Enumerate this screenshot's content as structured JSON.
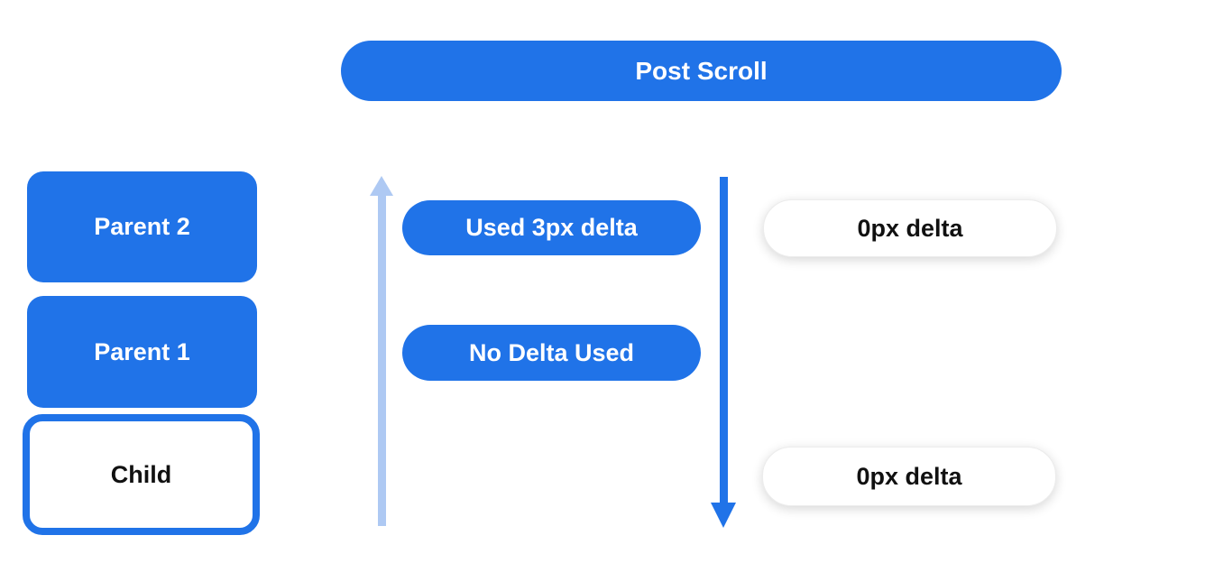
{
  "canvas": {
    "background": "#ffffff"
  },
  "colors": {
    "blue": "#2073e8",
    "light_blue": "#aec9f3",
    "text_light": "#ffffff",
    "text_dark": "#111111",
    "pill_border": "#ececec"
  },
  "header": {
    "label": "Post Scroll"
  },
  "node_stack": {
    "parent2": {
      "label": "Parent 2"
    },
    "parent1": {
      "label": "Parent 1"
    },
    "child": {
      "label": "Child"
    }
  },
  "used_delta_column": {
    "pill_top": {
      "label": "Used 3px delta"
    },
    "pill_bottom": {
      "label": "No Delta Used"
    }
  },
  "remaining_delta_column": {
    "pill_top": {
      "label": "0px delta"
    },
    "pill_bottom": {
      "label": "0px delta"
    }
  },
  "arrows": {
    "up": {
      "direction": "up",
      "color": "#aec9f3"
    },
    "down": {
      "direction": "down",
      "color": "#2073e8"
    }
  }
}
